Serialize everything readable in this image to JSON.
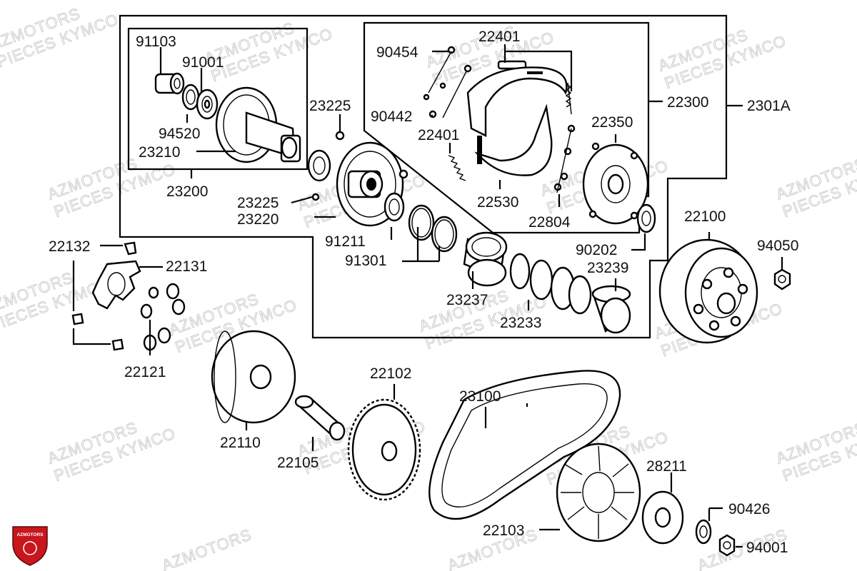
{
  "watermark": {
    "line1": "AZMOTORS",
    "line2": "PIECES KYMCO"
  },
  "logo_text": "AZMOTORS",
  "parts": {
    "p91103": "91103",
    "p91001": "91001",
    "p94520": "94520",
    "p23210": "23210",
    "p23200": "23200",
    "p23225a": "23225",
    "p23225b": "23225",
    "p23220": "23220",
    "p91211": "91211",
    "p91301": "91301",
    "p90454": "90454",
    "p22401a": "22401",
    "p90442": "90442",
    "p22401b": "22401",
    "p22300": "22300",
    "p2301A": "2301A",
    "p22350": "22350",
    "p22530": "22530",
    "p22804": "22804",
    "p90202": "90202",
    "p23239": "23239",
    "p23237": "23237",
    "p23233": "23233",
    "p22100": "22100",
    "p94050": "94050",
    "p22132": "22132",
    "p22131": "22131",
    "p22121": "22121",
    "p22110": "22110",
    "p22105": "22105",
    "p22102": "22102",
    "p23100": "23100",
    "p28211": "28211",
    "p22103": "22103",
    "p90426": "90426",
    "p94001": "94001"
  }
}
